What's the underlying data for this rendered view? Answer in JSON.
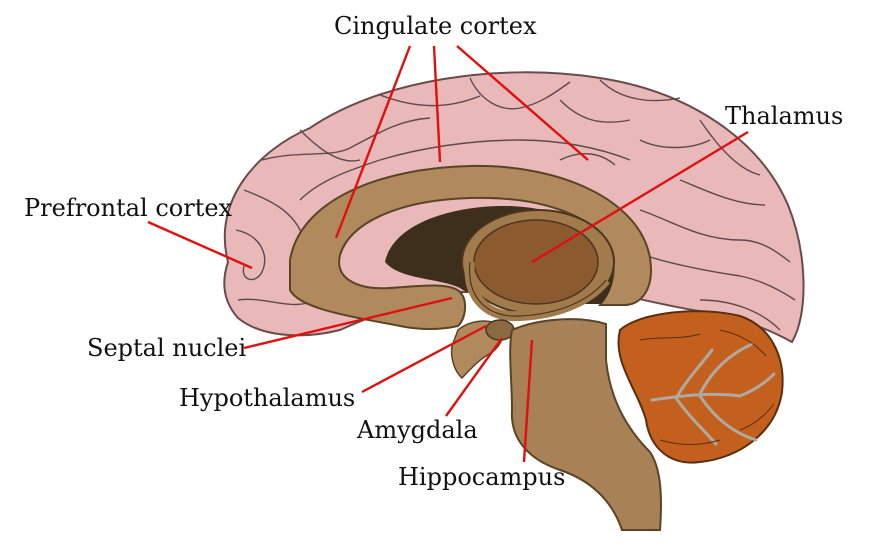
{
  "labels": {
    "cingulate_cortex": "Cingulate cortex",
    "thalamus": "Thalamus",
    "prefrontal_cortex": "Prefrontal cortex",
    "septal_nuclei": "Septal nuclei",
    "hypothalamus": "Hypothalamus",
    "amygdala": "Amygdala",
    "hippocampus": "Hippocampus"
  },
  "colors": {
    "cortex": "#e8b9b8",
    "sulci": "#5e4a4a",
    "limbic_arc": "#b08a5c",
    "ventricle": "#3e2f1c",
    "thalamus": "#8b5a2e",
    "brainstem": "#a88256",
    "cerebellum": "#c4601e",
    "arbor_vitae": "#b0a9a0",
    "leader_line": "#e01010"
  }
}
